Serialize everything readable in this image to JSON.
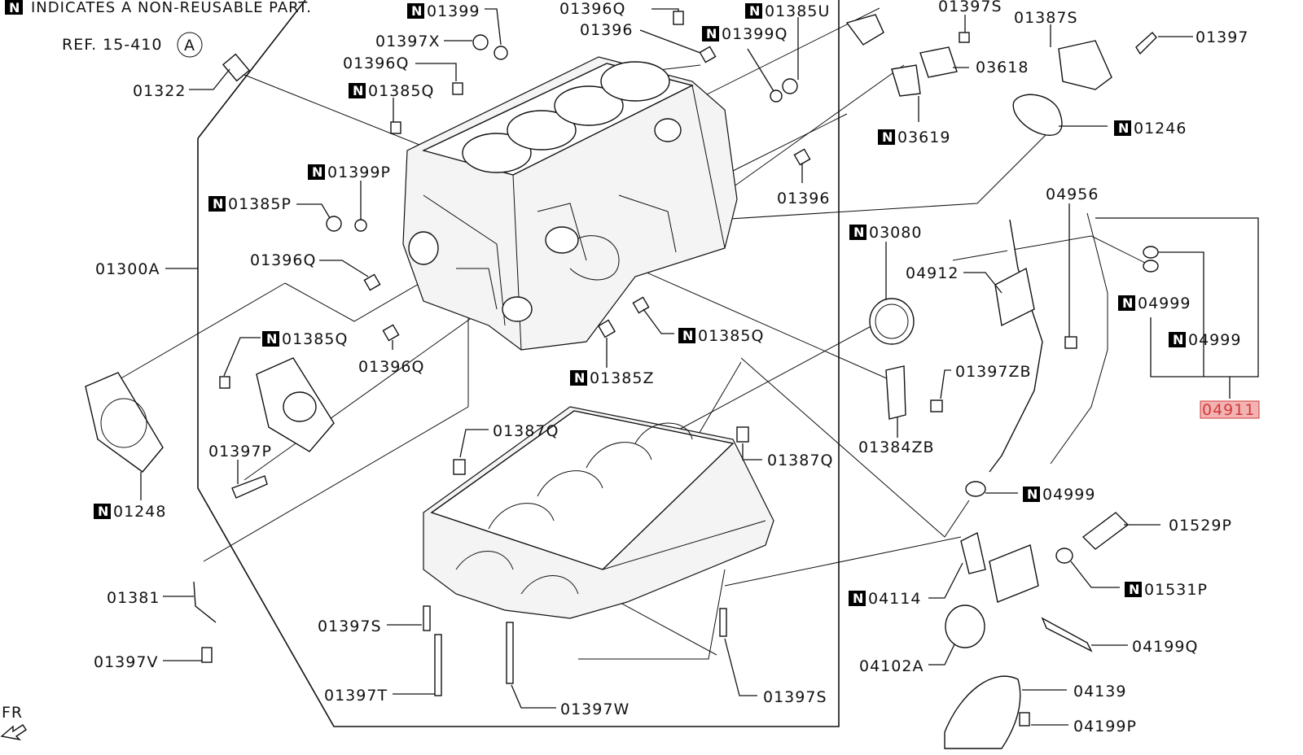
{
  "legend": {
    "badge": "N",
    "text": "INDICATES A NON-REUSABLE PART."
  },
  "reference": {
    "text": "REF. 15-410",
    "circle_label": "A"
  },
  "orientation": {
    "label": "FR"
  },
  "highlight_color": "#d23a3a",
  "callouts": {
    "c01399": {
      "n": true,
      "code": "01399"
    },
    "c01396Q_top": {
      "n": false,
      "code": "01396Q"
    },
    "c01385U": {
      "n": true,
      "code": "01385U"
    },
    "c01397S_top": {
      "n": false,
      "code": "01397S"
    },
    "c01387S": {
      "n": false,
      "code": "01387S"
    },
    "c01397_tr": {
      "n": false,
      "code": "01397"
    },
    "c01322": {
      "n": false,
      "code": "01322"
    },
    "c01397X": {
      "n": false,
      "code": "01397X"
    },
    "c01396_top": {
      "n": false,
      "code": "01396"
    },
    "c01399Q": {
      "n": true,
      "code": "01399Q"
    },
    "c03618": {
      "n": false,
      "code": "03618"
    },
    "c01396Q_a": {
      "n": false,
      "code": "01396Q"
    },
    "c01385Q_a": {
      "n": true,
      "code": "01385Q"
    },
    "c03619": {
      "n": true,
      "code": "03619"
    },
    "c01246": {
      "n": true,
      "code": "01246"
    },
    "c01399P": {
      "n": true,
      "code": "01399P"
    },
    "c01385P": {
      "n": true,
      "code": "01385P"
    },
    "c01396_mid": {
      "n": false,
      "code": "01396"
    },
    "c04956": {
      "n": false,
      "code": "04956"
    },
    "c03080": {
      "n": true,
      "code": "03080"
    },
    "c01300A": {
      "n": false,
      "code": "01300A"
    },
    "c01396Q_b": {
      "n": false,
      "code": "01396Q"
    },
    "c04912": {
      "n": false,
      "code": "04912"
    },
    "c04999_a": {
      "n": true,
      "code": "04999"
    },
    "c01385Q_b": {
      "n": true,
      "code": "01385Q"
    },
    "c01385Q_c": {
      "n": true,
      "code": "01385Q"
    },
    "c04999_b": {
      "n": true,
      "code": "04999"
    },
    "c01396Q_c": {
      "n": false,
      "code": "01396Q"
    },
    "c01397ZB": {
      "n": false,
      "code": "01397ZB"
    },
    "c01385Z": {
      "n": true,
      "code": "01385Z"
    },
    "c04911": {
      "n": false,
      "code": "04911",
      "highlight": true
    },
    "c01387Q_a": {
      "n": false,
      "code": "01387Q"
    },
    "c01384ZB": {
      "n": false,
      "code": "01384ZB"
    },
    "c01397P": {
      "n": false,
      "code": "01397P"
    },
    "c01387Q_b": {
      "n": false,
      "code": "01387Q"
    },
    "c04999_c": {
      "n": true,
      "code": "04999"
    },
    "c01248": {
      "n": true,
      "code": "01248"
    },
    "c01529P": {
      "n": false,
      "code": "01529P"
    },
    "c01531P": {
      "n": true,
      "code": "01531P"
    },
    "c01381": {
      "n": false,
      "code": "01381"
    },
    "c04114": {
      "n": true,
      "code": "04114"
    },
    "c01397S_a": {
      "n": false,
      "code": "01397S"
    },
    "c04199Q": {
      "n": false,
      "code": "04199Q"
    },
    "c01397V": {
      "n": false,
      "code": "01397V"
    },
    "c04102A": {
      "n": false,
      "code": "04102A"
    },
    "c01397T": {
      "n": false,
      "code": "01397T"
    },
    "c04139": {
      "n": false,
      "code": "04139"
    },
    "c01397S_b": {
      "n": false,
      "code": "01397S"
    },
    "c01397W": {
      "n": false,
      "code": "01397W"
    },
    "c04199P": {
      "n": false,
      "code": "04199P"
    }
  }
}
